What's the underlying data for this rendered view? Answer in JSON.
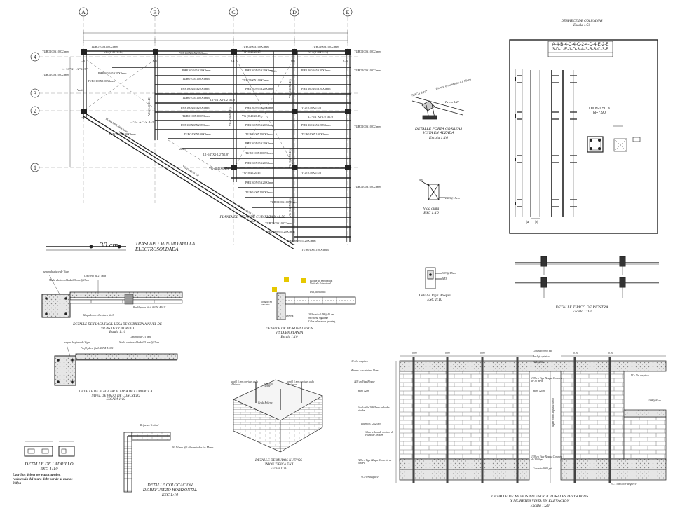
{
  "grid": {
    "cols": [
      "A",
      "B",
      "C",
      "D",
      "E"
    ],
    "rows": [
      "4",
      "3",
      "2",
      "1"
    ]
  },
  "plan": {
    "labels": [
      "TUBO100X100X3mm",
      "VG-(0.40X0.45)",
      "PHR160X65X20X3mm",
      "L1-1/2\"X1-1/2\"X1/8\"",
      "TUBO100X100X3mm",
      "PHR160X65X20X3mm",
      "PHR160X65X20X3mm",
      "Vacío",
      "Vacío",
      "Vacío"
    ],
    "title": "PLANTA DE VIGAS DE CUBIERTA N+8.50",
    "scale": "1:50"
  },
  "traslapo": {
    "value": "30 cm",
    "text": "TRASLAPO MINIMO MALLA\nELECTROSOLDADA"
  },
  "column_schedule": {
    "title": "DESPIECE DE COLUMNAS",
    "scale": "Escala 1:50",
    "header_line1": "A-4-B-4-C-4-C-2-4-D-4-E-2-E",
    "header_line2": "3-D-1-E-1-D-3-A-3-B-3-C-3-B",
    "level_label": "De N-1.50 a\nN+7.90",
    "col_marks": [
      "|a|",
      "|b|"
    ]
  },
  "details": {
    "porta_correas": "DETALLE PORTA CORREAS\nVISTA EN ALZADA\nEscala 1:10",
    "viga_cinta": "Viga cinta\nESC 1:10",
    "viga_bloque": "Detalle Viga Bloque\nESC 1:10",
    "riostra": "DETALLE TIPICO DE RIOSTRA\nEscala 1:10",
    "placa_losa_1": "DETALLE DE PLACA FACIL LOSA DE CUBIERTA  A NIVEL DE\nVIGAS DE CONCRETO\nEscala 1:10",
    "placa_losa_2": "DETALLE DE PLACA FACIL LOSA DE CUBIERTA  A\nNIVEL DE VIGAS DE CONCRETO\nESCALA 1:10",
    "muros_planta": "DETALLE DE MUROS NUEVOS\nVISTA EN PLANTA\nEscala 1:10",
    "muros_union": "DETALLE DE MUROS NUEVOS\nUNION TIPICA EN L\nEscala 1:10",
    "refuerzo": "DETALLE COLOCACIÓN\nDE REFUERZO HORIZONTAL\nESC 1:10",
    "ladrillo_title": "DETALLE DE LADRILLO\nESC 1:10",
    "ladrillo_note": "Ladrillos deben ser estructurales,\nresistencia del muro debe ser de al menos\n8Mpa",
    "elevacion": "DETALLE DE MUROS NO ESTRUCTURALES DIVISORIOS\nY MURETES VISTA EN ELEVACIÓN\nEscala 1:20"
  },
  "notes": {
    "placa_1": [
      "segun despiece de Vigas",
      "Concreto de 21 Mpa",
      "Malla electrosoldada Ø5 mm @15cm",
      "Perfil placa fácil ASTM A1011",
      "Bloquelon arcilla placa fácil"
    ],
    "placa_2": [
      "segun despiece de Vigas",
      "Concreto de 21 Mpa",
      "Malla electrosoldada Ø5 mm @15cm",
      "Perfil placa fácil ASTM A1011"
    ],
    "muros_planta": [
      "Bloque de Perforación",
      "Vertical - Estructural",
      "Ø13, horizontal",
      "Tomado en concreto",
      "Dovela"
    ],
    "union": [
      "grafil 5 mm corridas cada 4 hiladas",
      "Refuerzo 1Ø3/8\"",
      "Celda Rellena",
      "grafil 5 mm corridas cada 4 hiladas"
    ],
    "refuerzo": [
      "Refuerzo Vertical",
      "2Ø 5.0mm @0.40m en todos los Muros"
    ],
    "elevacion_left": [
      "VG-Ver despiece",
      "Mínimo 1cm mínimo 15cm",
      "1Ø3 en Viga Bloque",
      "Muro 12cm",
      "Escalerilla 2Ø4/5mm cada dos hiladas",
      "Ladrillos 12x23x29",
      "Celda rellena de mortero de relleno de 28MPA",
      "1Ø3 en Viga Bloque Concreto de 30MPa",
      "VG-Ver despiece"
    ],
    "elevacion_right": [
      "Concreto 3000 psi",
      "Anclaje epóxico",
      "1Ø4@40cm",
      "1Ø3 en Viga Bloque Concreto de 30 MPa",
      "Muro 12cm",
      "VG- Ver despiece",
      "1Ø4@40cm",
      "1Ø3 en Viga Bloque Concreto de 3000 psi",
      "Concreto 3000 psi",
      "VC- 30x35 Ver despiece"
    ]
  }
}
